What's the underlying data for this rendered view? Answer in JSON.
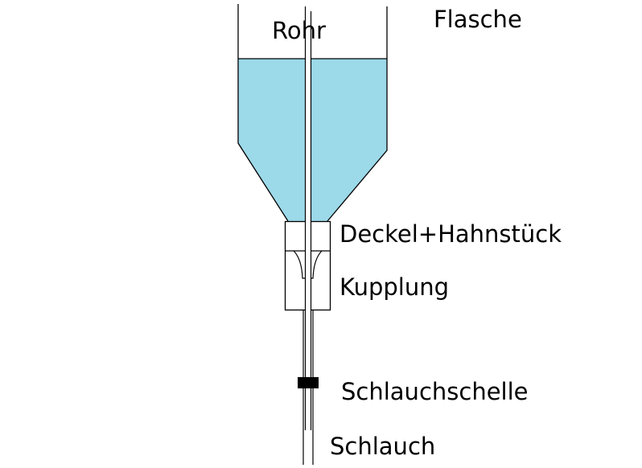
{
  "labels": {
    "rohr": "Rohr",
    "flasche": "Flasche",
    "deckel": "Deckel+Hahnstück",
    "kupplung": "Kupplung",
    "schlauchschelle": "Schlauchschelle",
    "schlauch": "Schlauch"
  },
  "colors": {
    "liquid": "#9cd9e9",
    "line": "#000000"
  }
}
